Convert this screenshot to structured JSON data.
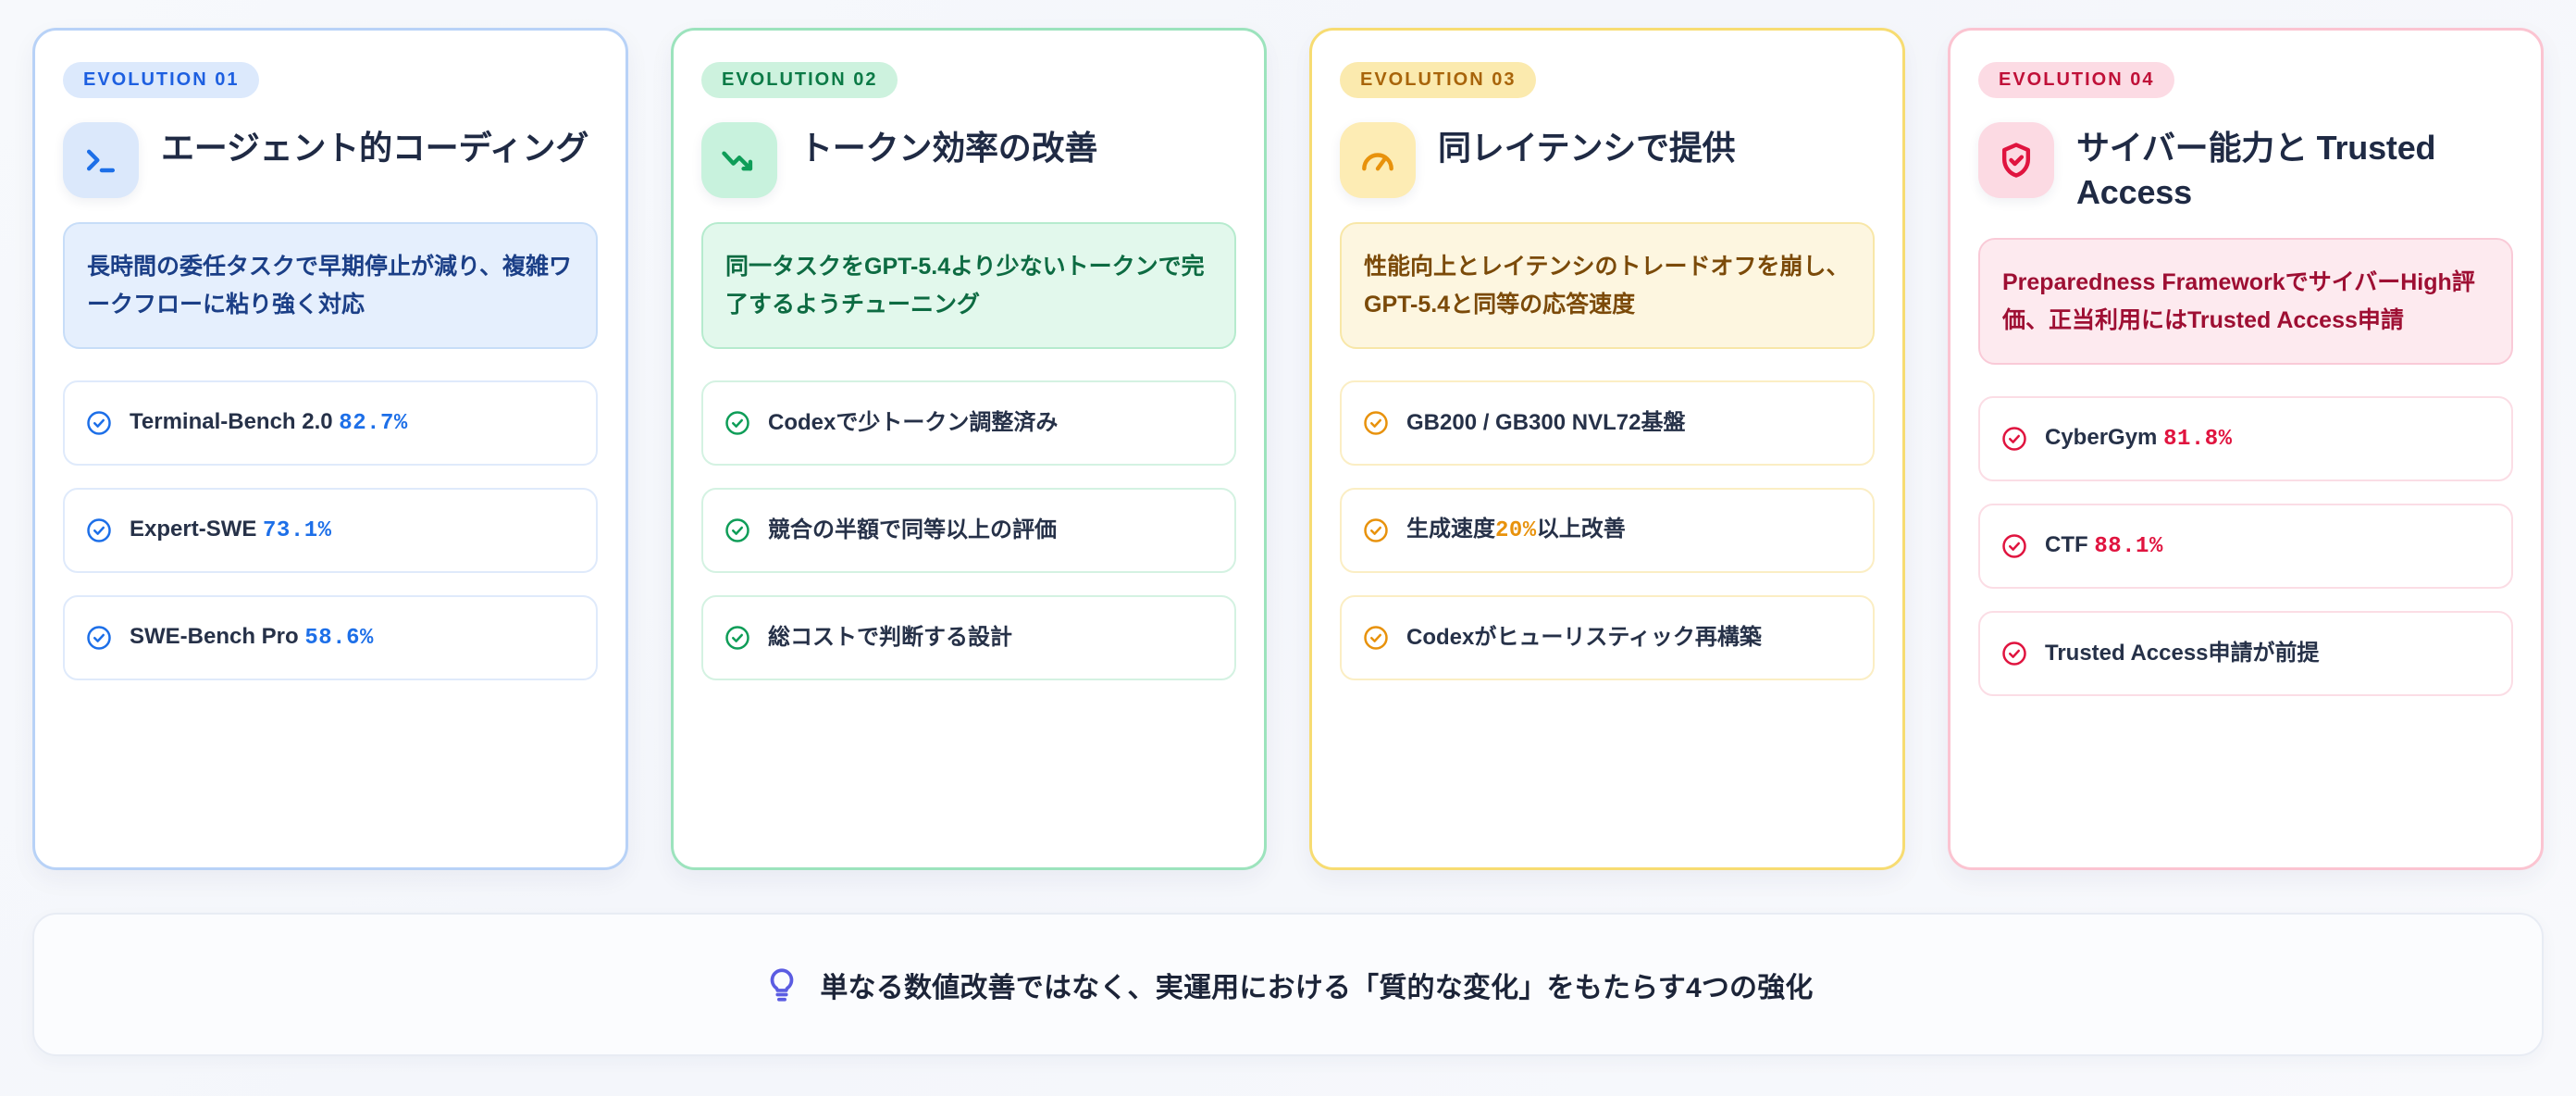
{
  "cards": [
    {
      "badge": "EVOLUTION 01",
      "icon": "terminal-icon",
      "title": "エージェント的コーディング",
      "summary": "長時間の委任タスクで早期停止が減り、複雑ワークフローに粘り強く対応",
      "accent": "#1d6fe8",
      "edge": "#b8d2f7",
      "badge_bg": "#dce9fc",
      "badge_fg": "#1d5fe0",
      "tile_bg": "#dbe8fb",
      "summary_bg": "#e5effd",
      "summary_edge": "#c7ddf8",
      "summary_fg": "#1b3f87",
      "item_edge": "#dfeafb",
      "items": [
        {
          "label": "Terminal-Bench 2.0 ",
          "value": "82.7%"
        },
        {
          "label": "Expert-SWE ",
          "value": "73.1%"
        },
        {
          "label": "SWE-Bench Pro ",
          "value": "58.6%"
        }
      ]
    },
    {
      "badge": "EVOLUTION 02",
      "icon": "trending-down-icon",
      "title": "トークン効率の改善",
      "summary": "同一タスクをGPT-5.4より少ないトークンで完了するようチューニング",
      "accent": "#0f9d58",
      "edge": "#9ce3bd",
      "badge_bg": "#cdf2de",
      "badge_fg": "#0b7a46",
      "tile_bg": "#c8f2dd",
      "summary_bg": "#e2f8ec",
      "summary_edge": "#b6ebce",
      "summary_fg": "#0d6b42",
      "item_edge": "#d4f2e2",
      "items": [
        {
          "label": "Codexで少トークン調整済み",
          "value": ""
        },
        {
          "label": "競合の半額で同等以上の評価",
          "value": ""
        },
        {
          "label": "総コストで判断する設計",
          "value": ""
        }
      ]
    },
    {
      "badge": "EVOLUTION 03",
      "icon": "gauge-icon",
      "title": "同レイテンシで提供",
      "summary": "性能向上とレイテンシのトレードオフを崩し、GPT-5.4と同等の応答速度",
      "accent": "#e8920c",
      "edge": "#f7dc72",
      "badge_bg": "#fbeaae",
      "badge_fg": "#a8640a",
      "tile_bg": "#fdecb4",
      "summary_bg": "#fdf6e0",
      "summary_edge": "#f8e7a8",
      "summary_fg": "#7b4a09",
      "item_edge": "#fbeec4",
      "items": [
        {
          "label": "GB200 / GB300 NVL72基盤",
          "value": ""
        },
        {
          "label": "生成速度",
          "value": "20%",
          "suffix": "以上改善"
        },
        {
          "label": "Codexがヒューリスティック再構築",
          "value": ""
        }
      ]
    },
    {
      "badge": "EVOLUTION 04",
      "icon": "shield-check-icon",
      "title": "サイバー能力と Trusted Access",
      "summary": "Preparedness FrameworkでサイバーHigh評価、正当利用にはTrusted Access申請",
      "accent": "#e0143f",
      "edge": "#fbc4d1",
      "badge_bg": "#fcdbe4",
      "badge_fg": "#c01038",
      "tile_bg": "#fcdae3",
      "summary_bg": "#fdeaef",
      "summary_edge": "#f9cad7",
      "summary_fg": "#9e0f33",
      "item_edge": "#fbdde5",
      "items": [
        {
          "label": "CyberGym ",
          "value": "81.8%"
        },
        {
          "label": "CTF ",
          "value": "88.1%"
        },
        {
          "label": "Trusted Access申請が前提",
          "value": ""
        }
      ]
    }
  ],
  "footer": {
    "icon": "lightbulb-icon",
    "text": "単なる数値改善ではなく、実運用における「質的な変化」をもたらす4つの強化",
    "icon_color": "#5b5ce2"
  }
}
